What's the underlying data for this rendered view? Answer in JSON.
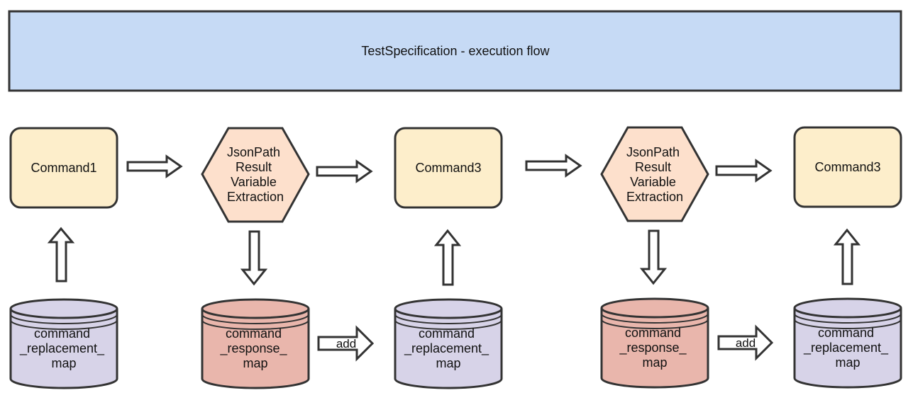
{
  "header": {
    "title": "TestSpecification - execution flow"
  },
  "colors": {
    "header_fill": "#c6daf5",
    "command_fill": "#fdeecb",
    "extraction_fill": "#fde0cc",
    "replacement_map_fill": "#d7d3e8",
    "response_map_fill": "#e9b6ac",
    "stroke": "#333333"
  },
  "flow": {
    "command_1": "Command1",
    "extraction_1": {
      "line1": "JsonPath",
      "line2": "Result",
      "line3": "Variable",
      "line4": "Extraction"
    },
    "command_2": "Command3",
    "extraction_2": {
      "line1": "JsonPath",
      "line2": "Result",
      "line3": "Variable",
      "line4": "Extraction"
    },
    "command_3": "Command3"
  },
  "stores": {
    "replacement_map_1": {
      "line1": "command",
      "line2": "_replacement_",
      "line3": "map"
    },
    "response_map_1": {
      "line1": "command",
      "line2": "_response_",
      "line3": "map"
    },
    "replacement_map_2": {
      "line1": "command",
      "line2": "_replacement_",
      "line3": "map"
    },
    "response_map_2": {
      "line1": "command",
      "line2": "_response_",
      "line3": "map"
    },
    "replacement_map_3": {
      "line1": "command",
      "line2": "_replacement_",
      "line3": "map"
    }
  },
  "connectors": {
    "add_label_1": "add",
    "add_label_2": "add"
  }
}
